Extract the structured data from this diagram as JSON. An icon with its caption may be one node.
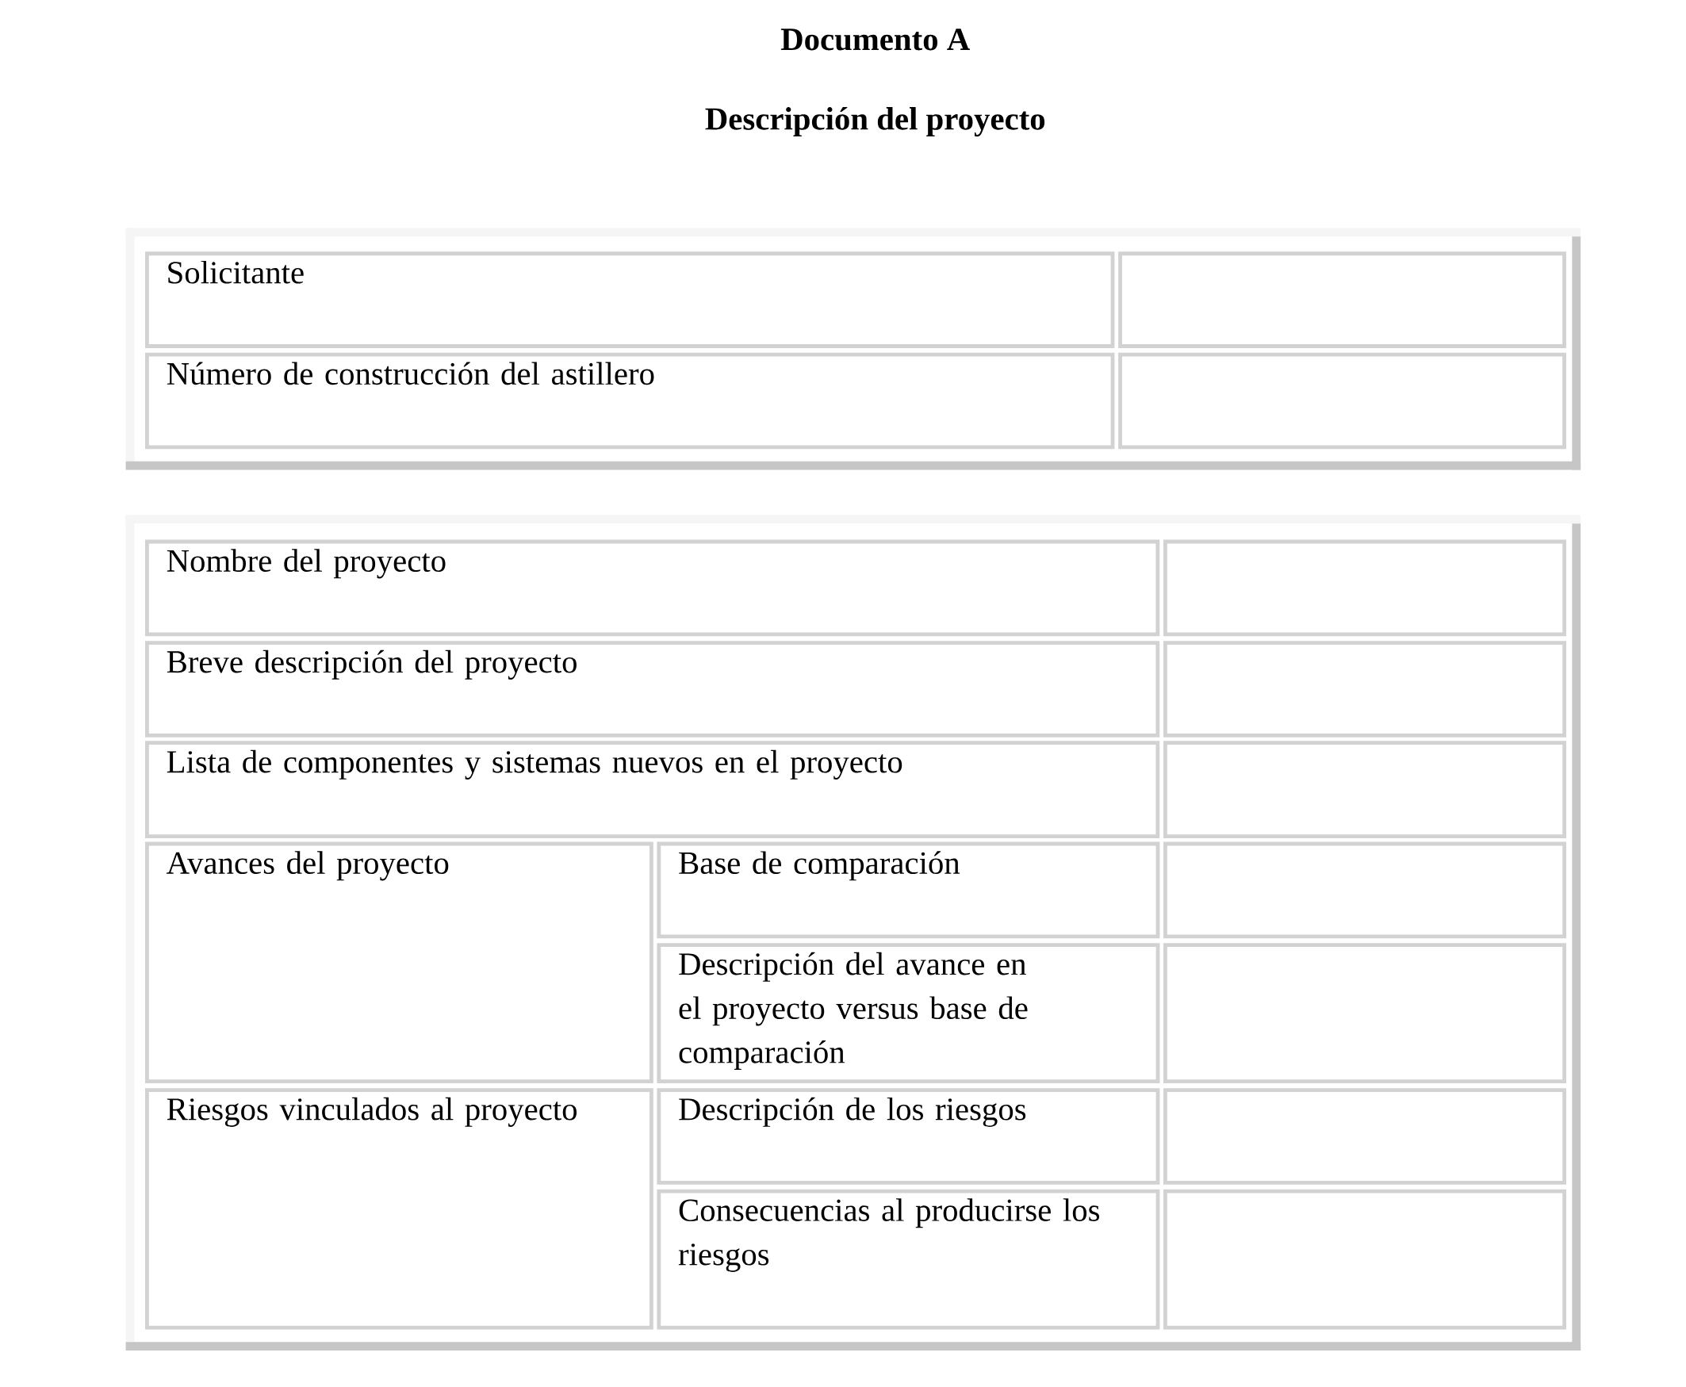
{
  "diagram": {
    "title": "Documento A",
    "labels": [
      "Descripción del proyecto"
    ],
    "nodes": [
      {
        "text": [],
        "shape": "box"
      },
      {
        "text": [
          "Solicitante"
        ],
        "in": 0
      },
      {
        "text": [],
        "shape": "box",
        "in": 0
      },
      {
        "text": [
          "Número de construcción del astillero"
        ],
        "in": 0
      },
      {
        "text": [],
        "shape": "box",
        "in": 0
      },
      {
        "text": [],
        "shape": "box"
      },
      {
        "text": [
          "Nombre del proyecto"
        ],
        "in": 5
      },
      {
        "text": [],
        "shape": "box",
        "in": 5
      },
      {
        "text": [
          "Breve descripción del proyecto"
        ],
        "in": 5
      },
      {
        "text": [],
        "shape": "box",
        "in": 5
      },
      {
        "text": [
          "Lista de componentes y sistemas nuevos en el proyecto"
        ],
        "in": 5
      },
      {
        "text": [],
        "shape": "box",
        "in": 5
      },
      {
        "text": [
          "Avances del proyecto"
        ],
        "in": 5
      },
      {
        "text": [
          "Base de comparación"
        ],
        "in": 5
      },
      {
        "text": [],
        "shape": "box",
        "in": 5
      },
      {
        "text": [
          "Descripción del avance en el proyecto versus base de comparación"
        ],
        "in": 5
      },
      {
        "text": [],
        "shape": "box",
        "in": 5
      },
      {
        "text": [
          "Riesgos vinculados al proyecto"
        ],
        "in": 5
      },
      {
        "text": [
          "Descripción de los riesgos"
        ],
        "in": 5
      },
      {
        "text": [],
        "shape": "box",
        "in": 5
      },
      {
        "text": [
          "Consecuencias al producirse los riesgos"
        ],
        "in": 5
      },
      {
        "text": [],
        "shape": "box",
        "in": 5
      }
    ]
  }
}
